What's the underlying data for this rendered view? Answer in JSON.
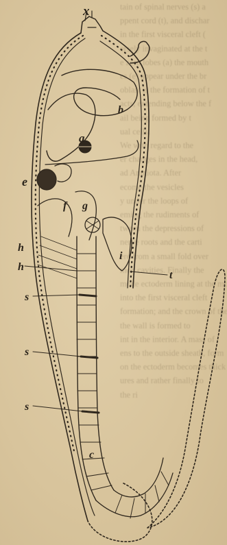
{
  "figure": {
    "labels": {
      "x": "x",
      "a": "a",
      "b": "b",
      "e": "e",
      "f": "f",
      "g": "g",
      "h": "h",
      "i": "i",
      "t": "t",
      "s": "s",
      "c": "c"
    }
  },
  "background_text": [
    "tain of spinal nerves (s) a",
    "ppent cord (t), and dischar",
    "in the first visceral cleft (",
    "ersely invaginated at the t",
    "e zero lobes (a) the mouth",
    "es (e) appear under the br",
    "oblast is the formation of t",
    "acts, extending below the f",
    "ail being formed by t",
    "ual cells.",
    "We with regard to the",
    "er changes in the head,",
    "ad Amniota. After",
    "ecome the vesicles",
    "y under the loops of",
    "eming the rudiments of",
    "tween the depressions of",
    "nerve roots and the carti",
    "ere from a small fold over",
    "mon cavities. Finally the",
    "mode ectoderm lining at the mo",
    "into the first visceral cleft",
    "formation; and the crown of the",
    "the wall is formed to",
    "int in the interior. A mass of",
    "ens to the outside sheath, form",
    "on the ectoderm becomes thick",
    "ures and rather finally to",
    "the ri"
  ]
}
